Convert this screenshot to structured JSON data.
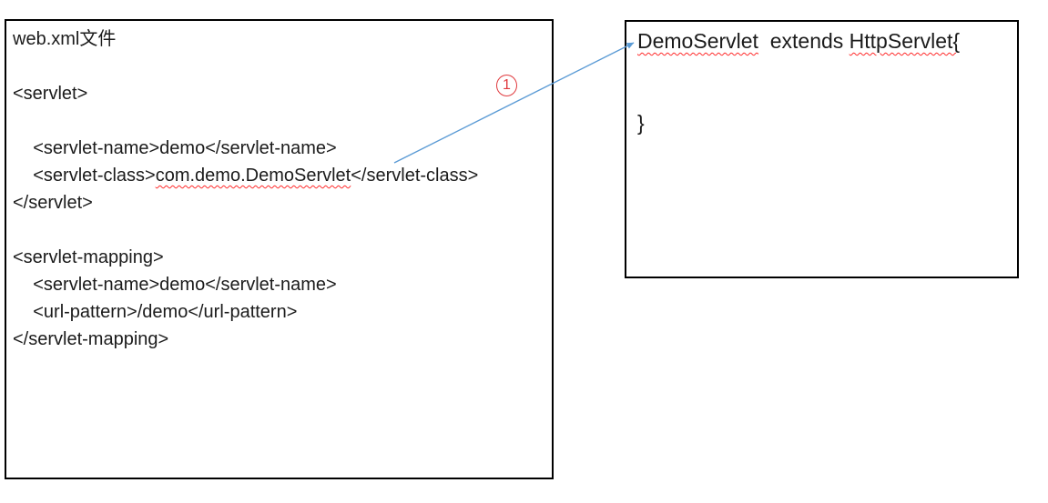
{
  "colors": {
    "arrow_blue": "#5b9bd5",
    "annotation_red": "#e03a3e",
    "squiggle_red": "#ff2a2a",
    "border_black": "#000000",
    "text_black": "#1b1b1b",
    "bg_white": "#ffffff"
  },
  "left_box": {
    "description_label": "web.xml文件",
    "lines": [
      [
        {
          "t": "web.xml文件"
        }
      ],
      [],
      [
        {
          "t": "<servlet>"
        }
      ],
      [],
      [
        {
          "t": "    <servlet-name>demo</servlet-name>"
        }
      ],
      [
        {
          "t": "    <servlet-class>"
        },
        {
          "t": "com.demo.DemoServlet",
          "wavy": true
        },
        {
          "t": "</servlet-class>"
        }
      ],
      [
        {
          "t": "</servlet>"
        }
      ],
      [],
      [
        {
          "t": "<servlet-mapping>"
        }
      ],
      [
        {
          "t": "    <servlet-name>demo</servlet-name>"
        }
      ],
      [
        {
          "t": "    <url-pattern>/demo</url-pattern>"
        }
      ],
      [
        {
          "t": "</servlet-mapping>"
        }
      ]
    ]
  },
  "right_box": {
    "lines": [
      [
        {
          "t": "DemoServlet",
          "wavy": true
        },
        {
          "t": "  extends "
        },
        {
          "t": "HttpServlet{",
          "wavy": true
        }
      ],
      [],
      [],
      [
        {
          "t": "}"
        }
      ]
    ]
  },
  "annotation": {
    "label": "1"
  }
}
